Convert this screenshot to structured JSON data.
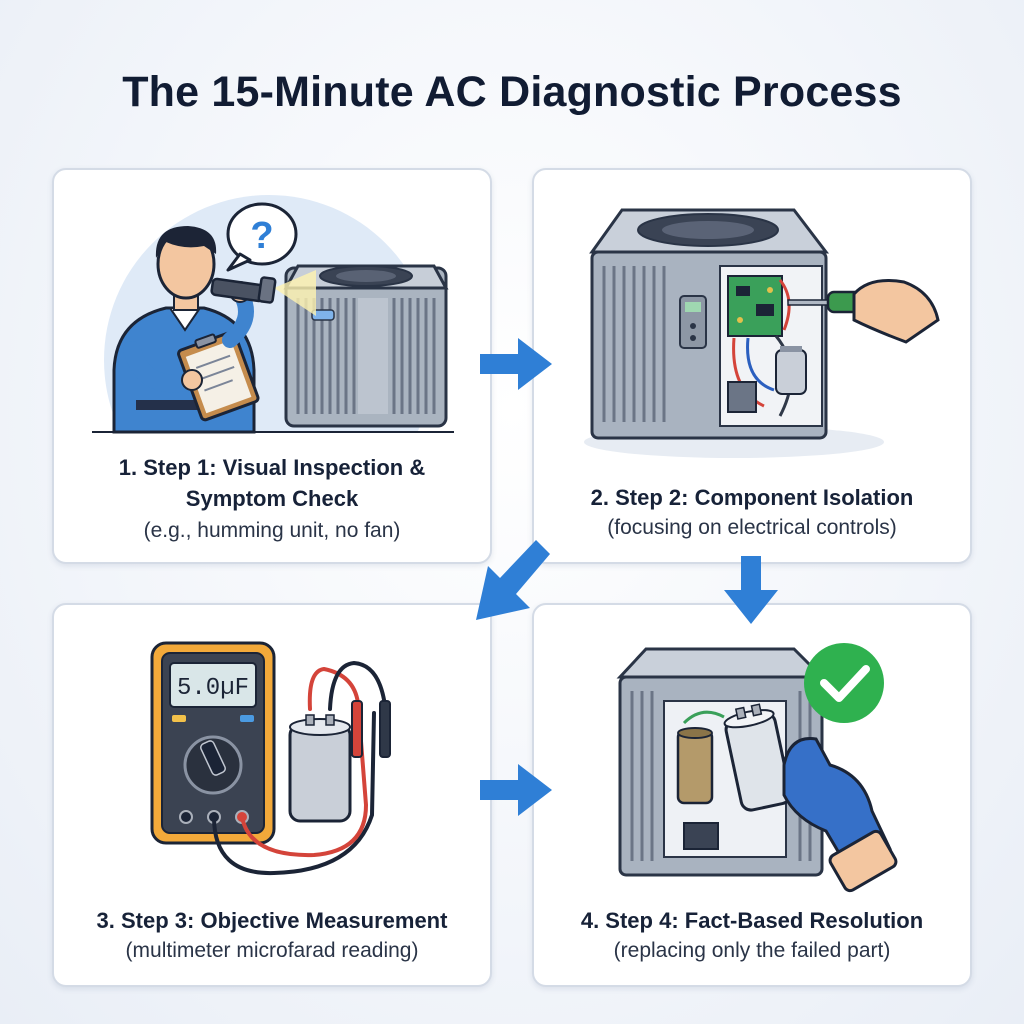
{
  "title": "The 15-Minute AC Diagnostic Process",
  "colors": {
    "arrow": "#2f7fd6",
    "check": "#2fb14f",
    "shirt": "#3f84cf",
    "glove": "#3670c8",
    "meter": "#f2a93a"
  },
  "steps": [
    {
      "title_line1": "1. Step 1: Visual Inspection &",
      "title_line2": "Symptom Check",
      "subtitle": "(e.g., humming unit, no fan)"
    },
    {
      "title": "2. Step 2: Component Isolation",
      "subtitle": "(focusing on electrical controls)"
    },
    {
      "title": "3. Step 3: Objective Measurement",
      "subtitle": "(multimeter microfarad reading)"
    },
    {
      "title": "4. Step 4: Fact-Based Resolution",
      "subtitle": "(replacing only the failed part)"
    }
  ],
  "illustrations": {
    "question_mark": "?",
    "meter_reading": "5.0µF"
  },
  "icons": [
    "technician",
    "flashlight-icon",
    "clipboard-icon",
    "question-bubble-icon",
    "ac-unit",
    "screwdriver-icon",
    "circuit-board",
    "multimeter",
    "capacitor",
    "checkmark-icon",
    "glove-hand"
  ]
}
